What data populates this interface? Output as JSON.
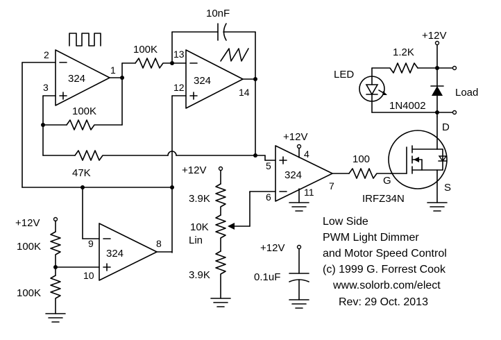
{
  "opamps": {
    "u1": {
      "part": "324",
      "in_neg": "2",
      "in_pos": "3",
      "out": "1"
    },
    "u2": {
      "part": "324",
      "in_neg": "13",
      "in_pos": "12",
      "out": "14"
    },
    "u3": {
      "part": "324",
      "in_neg": "9",
      "in_pos": "10",
      "out": "8"
    },
    "u4": {
      "part": "324",
      "in_pos": "5",
      "in_neg": "6",
      "out": "7",
      "vcc_pin": "4",
      "gnd_pin": "11"
    }
  },
  "resistors": {
    "r_integrator": "100K",
    "r_feedback": "100K",
    "r_hysteresis": "47K",
    "r_div_top": "100K",
    "r_div_bottom": "100K",
    "r_pot_top": "3.9K",
    "r_pot": "10K",
    "r_pot_type": "Lin",
    "r_pot_bottom": "3.9K",
    "r_gate": "100",
    "r_led": "1.2K"
  },
  "capacitors": {
    "c_integrator": "10nF",
    "c_bypass": "0.1uF"
  },
  "supply": {
    "vcc": "+12V"
  },
  "components": {
    "led": "LED",
    "diode": "1N4002",
    "load": "Load",
    "mosfet": "IRFZ34N",
    "gate": "G",
    "drain": "D",
    "source": "S"
  },
  "notes": [
    "Low Side",
    "PWM Light Dimmer",
    "and Motor Speed Control",
    "(c) 1999 G. Forrest Cook",
    "www.solorb.com/elect",
    "Rev: 29 Oct. 2013"
  ]
}
